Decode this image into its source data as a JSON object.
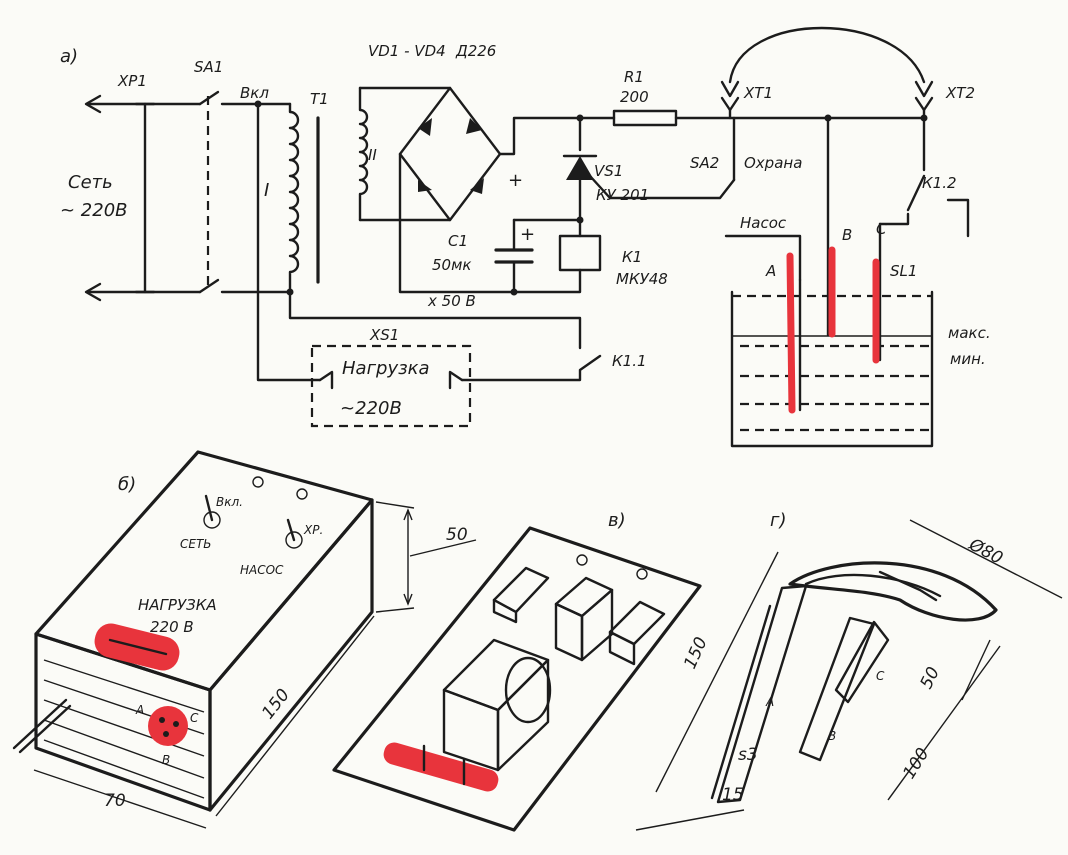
{
  "figure_labels": {
    "a": "а)",
    "b": "б)",
    "v": "в)",
    "g": "г)"
  },
  "schematic": {
    "xp1": "ХР1",
    "network": "Сеть",
    "network_voltage": "~ 220В",
    "sa1": "SA1",
    "vkl": "Вкл",
    "t1": "Т1",
    "winding_1": "I",
    "winding_2": "II",
    "diodes": "VD1 - VD4",
    "diode_type": "Д226",
    "r1": "R1",
    "r1_value": "200",
    "xt1": "ХТ1",
    "xt2": "ХТ2",
    "vs1": "VS1",
    "vs1_type": "КУ 201",
    "sa2": "SA2",
    "guard": "Охрана",
    "k12": "К1.2",
    "pump": "Насос",
    "c1": "С1",
    "c1_value": "50мк",
    "c1_voltage": "х 50 В",
    "k1": "К1",
    "k1_type": "МКУ48",
    "plus": "+",
    "probe_a": "А",
    "probe_b": "В",
    "probe_c": "С",
    "sl1": "SL1",
    "max": "макс.",
    "min": "мин.",
    "xs1": "XS1",
    "load": "Нагрузка",
    "load_voltage": "~220В",
    "k11": "К1.1"
  },
  "enclosure": {
    "vkl": "Вкл.",
    "set": "СЕТЬ",
    "xp": "ХР.",
    "nasos": "НАСОС",
    "load": "НАГРУЗКА",
    "load_voltage": "220 В",
    "a": "А",
    "b": "В",
    "c": "С",
    "dim_height": "50",
    "dim_length": "150",
    "dim_width": "70"
  },
  "sensor": {
    "diameter": "Ø80",
    "dim_length": "150",
    "dim_50": "50",
    "dim_100": "100",
    "thickness": "s3",
    "dim_15": "15",
    "a": "А",
    "b": "В",
    "c": "С"
  },
  "colors": {
    "ink": "#1c1c1c",
    "accent": "#e8343c",
    "paper": "#fbfbf7"
  }
}
